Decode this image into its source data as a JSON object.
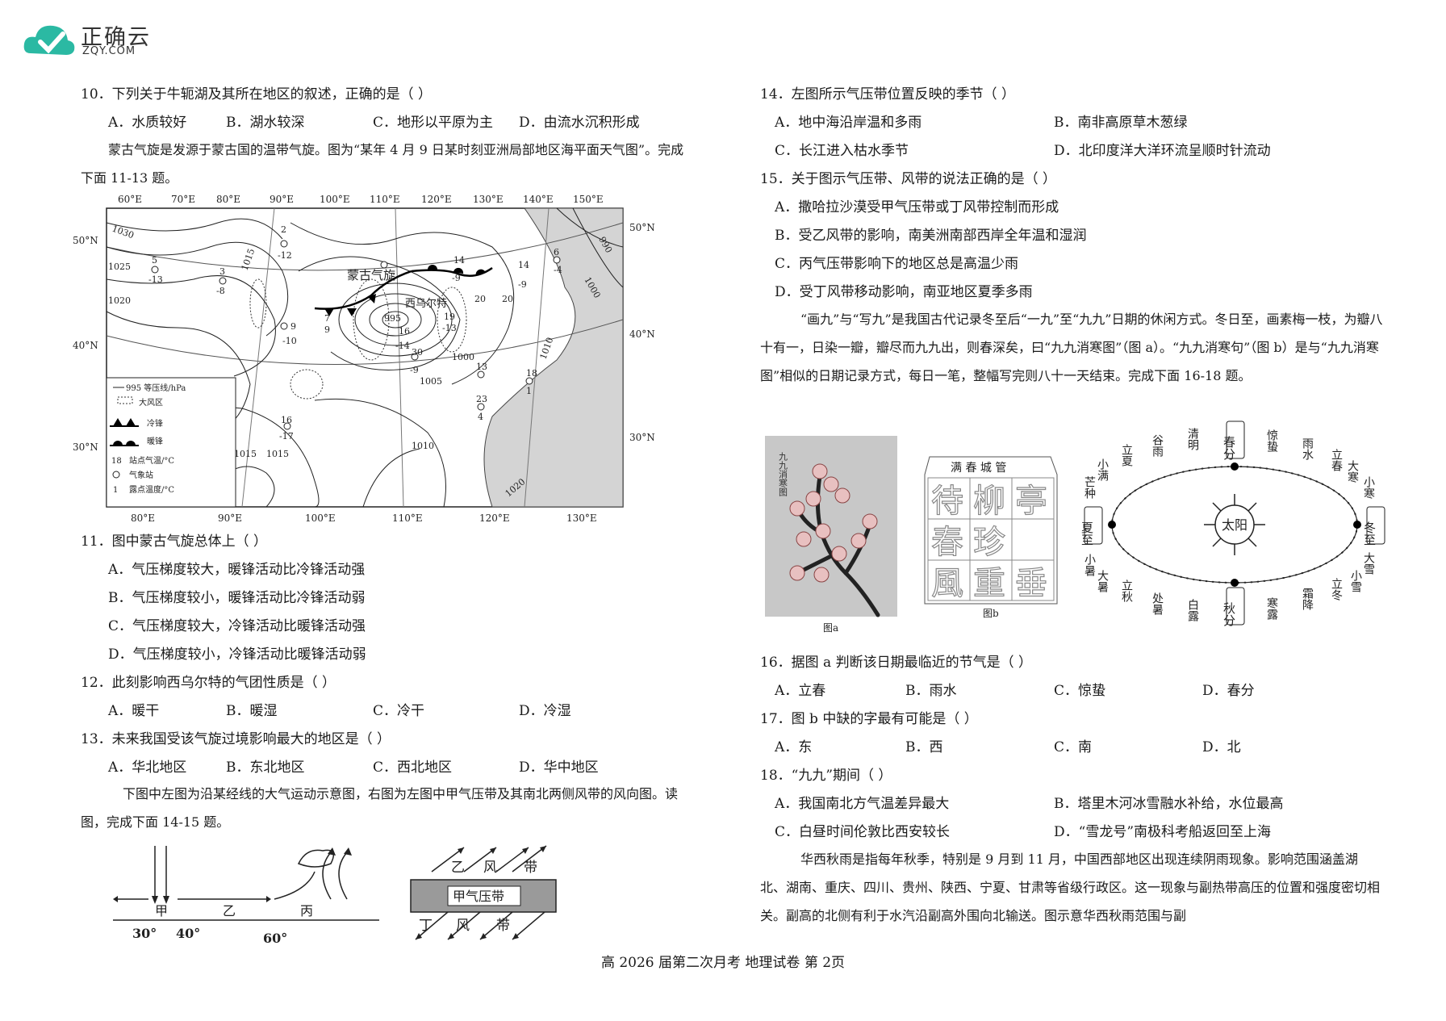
{
  "brand": {
    "name": "正确云",
    "sub": "ZQY.COM"
  },
  "left": {
    "q10": {
      "stem": "10．下列关于牛轭湖及其所在地区的叙述，正确的是（    ）",
      "options": [
        "A．水质较好",
        "B．湖水较深",
        "C．地形以平原为主",
        "D．由流水沉积形成"
      ]
    },
    "intro1": "蒙古气旋是发源于蒙古国的温带气旋。图为“某年 4 月 9 日某时刻亚洲局部地区海平面天气图”。完成下面 11-13 题。",
    "map": {
      "top_lon": [
        "60°E",
        "70°E",
        "80°E",
        "90°E",
        "100°E",
        "110°E",
        "120°E",
        "130°E",
        "140°E",
        "150°E"
      ],
      "bottom_lon": [
        "80°E",
        "90°E",
        "100°E",
        "110°E",
        "120°E",
        "130°E"
      ],
      "left_lat": [
        "50°N",
        "40°N",
        "30°N"
      ],
      "right_lat": [
        "50°N",
        "40°N",
        "30°N"
      ],
      "labels": {
        "cyclone": "蒙古气旋",
        "city": "西乌尔特"
      },
      "legend": [
        "995 等压线/hPa",
        "大风区",
        "冷锋",
        "暖锋",
        "站点气温/°C",
        "气象站",
        "露点温度/°C"
      ],
      "legend_nums": [
        "18",
        "1"
      ],
      "isobars": [
        "1030",
        "1025",
        "1020",
        "1015",
        "1015",
        "1010",
        "1005",
        "1000",
        "995",
        "1010",
        "1015",
        "1020",
        "990",
        "1000",
        "1010"
      ],
      "stations": [
        "2",
        "-12",
        "5",
        "-13",
        "3",
        "-8",
        "14",
        "-9",
        "14",
        "-9",
        "6",
        "-4",
        "20",
        "20",
        "9",
        "-10",
        "16",
        "-14",
        "19",
        "-13",
        "30",
        "-9",
        "13",
        "18",
        "1",
        "23",
        "4",
        "16",
        "-17",
        "7",
        "9"
      ]
    },
    "q11": {
      "stem": "11．图中蒙古气旋总体上（    ）",
      "options": [
        "A．气压梯度较大，暖锋活动比冷锋活动强",
        "B．气压梯度较小，暖锋活动比冷锋活动弱",
        "C．气压梯度较大，冷锋活动比暖锋活动强",
        "D．气压梯度较小，冷锋活动比暖锋活动弱"
      ]
    },
    "q12": {
      "stem": "12．此刻影响西乌尔特的气团性质是（    ）",
      "options": [
        "A．暖干",
        "B．暖湿",
        "C．冷干",
        "D．冷湿"
      ]
    },
    "q13": {
      "stem": "13．未来我国受该气旋过境影响最大的地区是（    ）",
      "options": [
        "A．华北地区",
        "B．东北地区",
        "C．西北地区",
        "D．华中地区"
      ]
    },
    "intro2": "下图中左图为沿某经线的大气运动示意图，右图为左图中甲气压带及其南北两侧风带的风向图。读图，完成下面 14-15 题。",
    "diag1": {
      "labels": [
        "甲",
        "乙",
        "丙"
      ],
      "ticks": [
        "30°",
        "40°",
        "60°"
      ]
    },
    "diag2": {
      "top": [
        "乙",
        "风",
        "带"
      ],
      "box": "甲气压带",
      "bottom": [
        "丁",
        "风",
        "带"
      ]
    }
  },
  "right": {
    "q14": {
      "stem": "14．左图所示气压带位置反映的季节（    ）",
      "options": [
        "A．地中海沿岸温和多雨",
        "B．南非高原草木葱绿",
        "C．长江进入枯水季节",
        "D．北印度洋大洋环流呈顺时针流动"
      ]
    },
    "q15": {
      "stem": "15．关于图示气压带、风带的说法正确的是（    ）",
      "options": [
        "A．撒哈拉沙漠受甲气压带或丁风带控制而形成",
        "B．受乙风带的影响，南美洲南部西岸全年温和湿润",
        "C．丙气压带影响下的地区总是高温少雨",
        "D．受丁风带移动影响，南亚地区夏季多雨"
      ]
    },
    "intro3": "“画九”与“写九”是我国古代记录冬至后“一九”至“九九”日期的休闲方式。冬日至，画素梅一枝，为瓣八十有一，日染一瓣，瓣尽而九九出，则春深矣，曰“九九消寒图”（图 a）。“九九消寒句”（图 b）是与“九九消寒图”相似的日期记录方式，每日一笔，整幅写完则八十一天结束。完成下面 16-18 题。",
    "fig_a": {
      "vertical": "九九消寒图",
      "caption": "图a"
    },
    "fig_b": {
      "title": "满 春 城 管",
      "chars": [
        "待",
        "柳",
        "亭",
        "春",
        "珍",
        "",
        "風",
        "重",
        "垂"
      ],
      "caption": "图b"
    },
    "orbit": {
      "sun": "太阳",
      "terms_top": [
        "立夏",
        "谷雨",
        "清明",
        "惊蛰",
        "雨水",
        "立春"
      ],
      "spring": "春分",
      "summer": "夏至",
      "winter": "冬至",
      "autumn": "秋分",
      "left_top": [
        "小满",
        "芒种"
      ],
      "left_bottom": [
        "小暑",
        "大暑"
      ],
      "right_top": [
        "大寒",
        "小寒"
      ],
      "right_bottom": [
        "大雪",
        "小雪"
      ],
      "terms_bottom": [
        "立秋",
        "处暑",
        "白露",
        "寒露",
        "霜降",
        "立冬"
      ]
    },
    "q16": {
      "stem": "16．据图 a 判断该日期最临近的节气是（    ）",
      "options": [
        "A．立春",
        "B．雨水",
        "C．惊蛰",
        "D．春分"
      ]
    },
    "q17": {
      "stem": "17．图 b 中缺的字最有可能是（    ）",
      "options": [
        "A．东",
        "B．西",
        "C．南",
        "D．北"
      ]
    },
    "q18": {
      "stem": "18．“九九”期间（    ）",
      "options": [
        "A．我国南北方气温差异最大",
        "B．塔里木河冰雪融水补给，水位最高",
        "C．白昼时间伦敦比西安较长",
        "D．“雪龙号”南极科考船返回至上海"
      ]
    },
    "intro4": "华西秋雨是指每年秋季，特别是 9 月到 11 月，中国西部地区出现连续阴雨现象。影响范围涵盖湖北、湖南、重庆、四川、贵州、陕西、宁夏、甘肃等省级行政区。这一现象与副热带高压的位置和强度密切相关。副高的北侧有利于水汽沿副高外围向北输送。图示意华西秋雨范围与副"
  },
  "footer": "高 2026 届第二次月考      地理试卷    第 2页"
}
